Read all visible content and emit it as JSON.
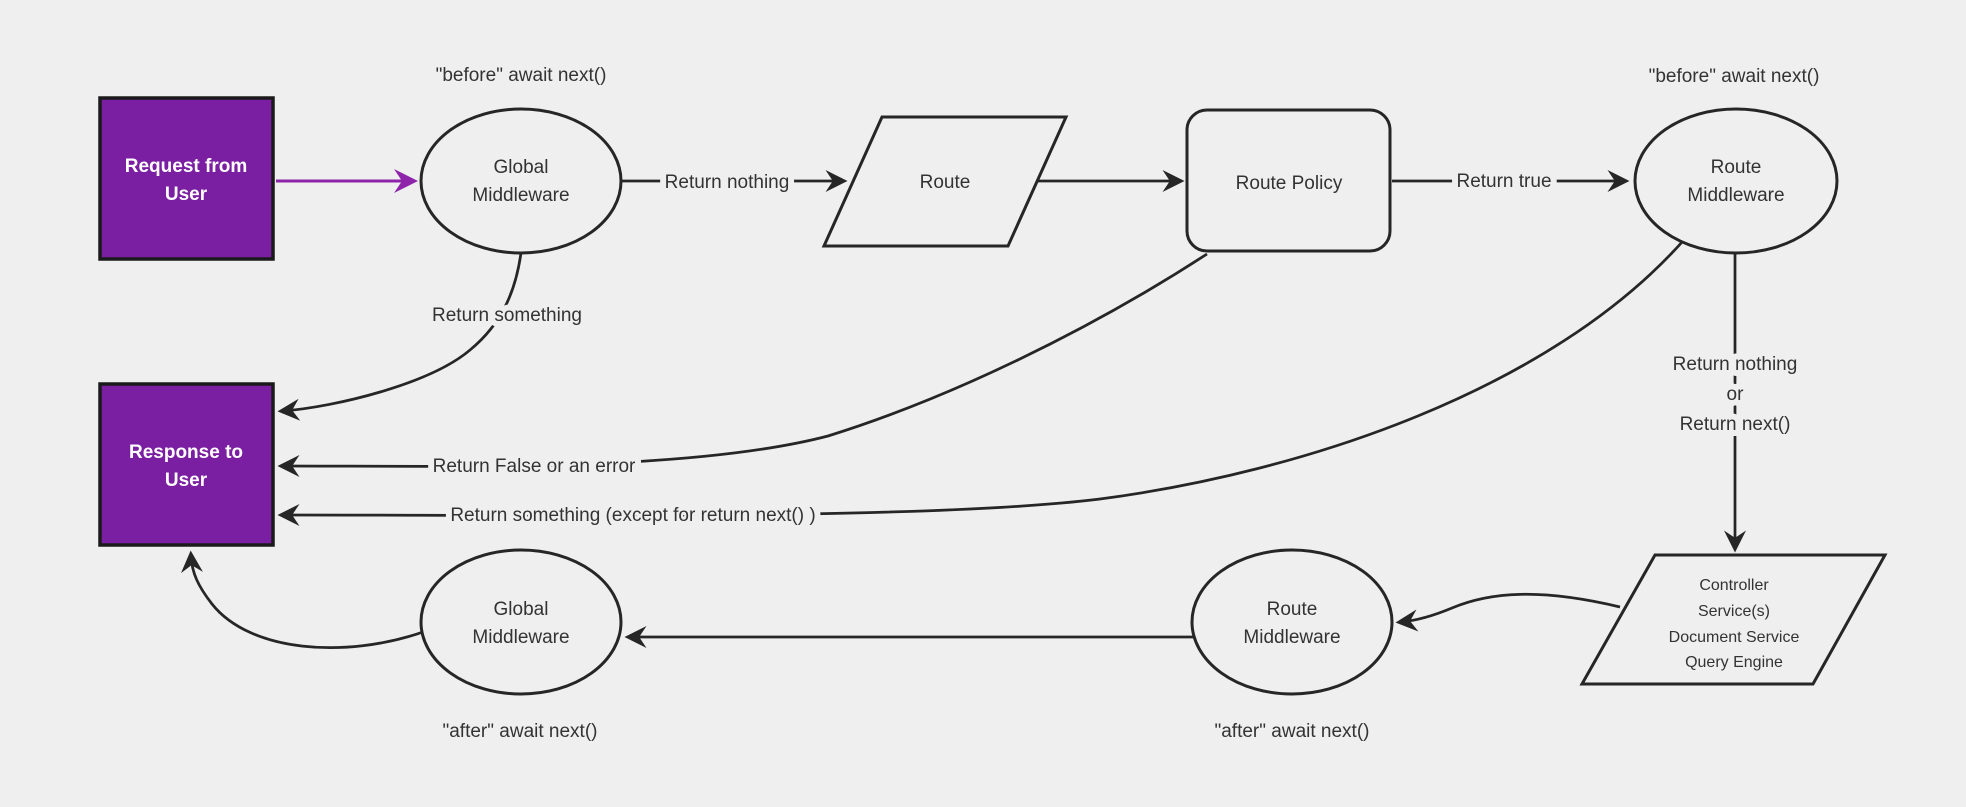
{
  "diagram": {
    "title": "Middleware request/response flow diagram",
    "colors": {
      "background": "#efefef",
      "line": "#262626",
      "text": "#333333",
      "node_fill": "#efefef",
      "purple_fill": "#7b1fa2",
      "purple_border": "#1a1a1a",
      "purple_arrow": "#8e24aa",
      "white_text": "#ffffff"
    },
    "nodes": {
      "request": {
        "lines": [
          "Request from",
          "User"
        ]
      },
      "global_middleware_top": {
        "lines": [
          "Global",
          "Middleware"
        ]
      },
      "route": {
        "label": "Route"
      },
      "route_policy": {
        "label": "Route Policy"
      },
      "route_middleware_top": {
        "lines": [
          "Route",
          "Middleware"
        ]
      },
      "controller": {
        "lines": [
          "Controller",
          "Service(s)",
          "Document Service",
          "Query Engine"
        ]
      },
      "route_middleware_bottom": {
        "lines": [
          "Route",
          "Middleware"
        ]
      },
      "global_middleware_bottom": {
        "lines": [
          "Global",
          "Middleware"
        ]
      },
      "response": {
        "lines": [
          "Response to",
          "User"
        ]
      }
    },
    "annotations": {
      "before_global": "\"before\" await next()",
      "before_route": "\"before\" await next()",
      "after_global": "\"after\" await next()",
      "after_route": "\"after\" await next()"
    },
    "edge_labels": {
      "return_nothing": "Return nothing",
      "return_true": "Return true",
      "return_something": "Return something",
      "return_false_or_error": "Return False or an error",
      "return_something_except": "Return something (except for return next() )",
      "return_nothing_or": [
        "Return nothing",
        "or",
        "Return next()"
      ]
    }
  }
}
